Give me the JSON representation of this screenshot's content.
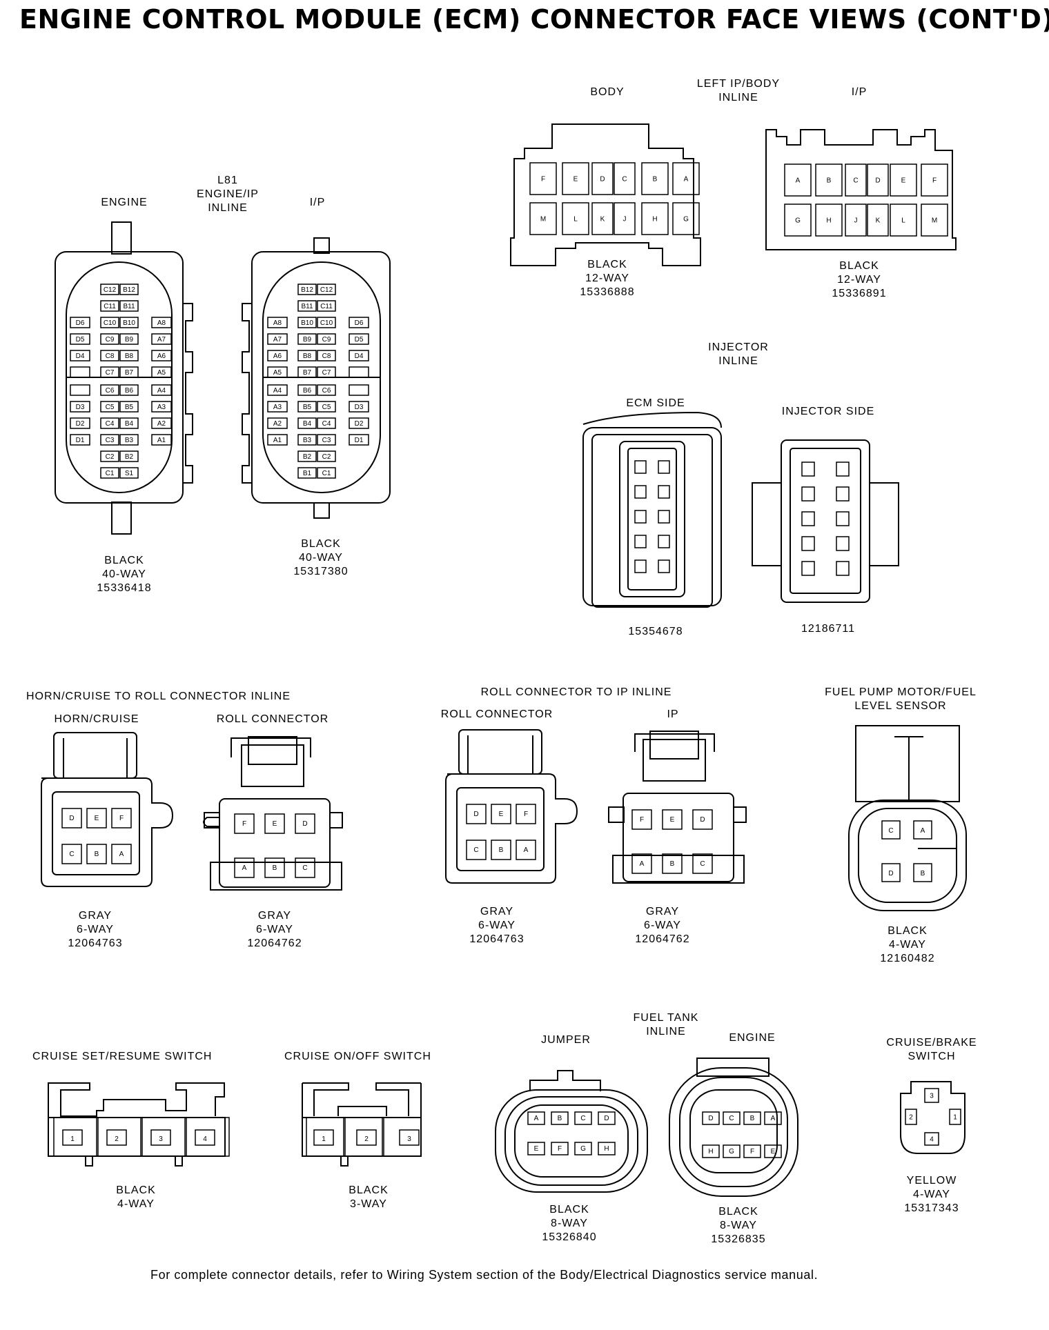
{
  "title": "ENGINE CONTROL MODULE (ECM) CONNECTOR FACE VIEWS (CONT'D)",
  "footer": "For complete connector details, refer to Wiring System section of the Body/Electrical Diagnostics service manual.",
  "l81": {
    "header": [
      "L81",
      "ENGINE/IP",
      "INLINE"
    ],
    "engine": {
      "label": "ENGINE",
      "spec": [
        "BLACK",
        "40-WAY",
        "15336418"
      ],
      "pins_left": [
        "",
        "",
        "D6",
        "D5",
        "D4",
        "",
        "",
        "D3",
        "D2",
        "D1",
        "",
        ""
      ],
      "pins_mid": [
        [
          "C12",
          "B12"
        ],
        [
          "C11",
          "B11"
        ],
        [
          "C10",
          "B10"
        ],
        [
          "C9",
          "B9"
        ],
        [
          "C8",
          "B8"
        ],
        [
          "C7",
          "B7"
        ],
        [
          "C6",
          "B6"
        ],
        [
          "C5",
          "B5"
        ],
        [
          "C4",
          "B4"
        ],
        [
          "C3",
          "B3"
        ],
        [
          "C2",
          "B2"
        ],
        [
          "C1",
          "S1"
        ]
      ],
      "pins_right": [
        "",
        "",
        "A8",
        "A7",
        "A6",
        "A5",
        "A4",
        "A3",
        "A2",
        "A1",
        "",
        ""
      ]
    },
    "ip": {
      "label": "I/P",
      "spec": [
        "BLACK",
        "40-WAY",
        "15317380"
      ],
      "pins_left": [
        "",
        "",
        "A8",
        "A7",
        "A6",
        "A5",
        "A4",
        "A3",
        "A2",
        "A1",
        "",
        ""
      ],
      "pins_mid": [
        [
          "B12",
          "C12"
        ],
        [
          "B11",
          "C11"
        ],
        [
          "B10",
          "C10"
        ],
        [
          "B9",
          "C9"
        ],
        [
          "B8",
          "C8"
        ],
        [
          "B7",
          "C7"
        ],
        [
          "B6",
          "C6"
        ],
        [
          "B5",
          "C5"
        ],
        [
          "B4",
          "C4"
        ],
        [
          "B3",
          "C3"
        ],
        [
          "B2",
          "C2"
        ],
        [
          "B1",
          "C1"
        ]
      ],
      "pins_right": [
        "",
        "",
        "D6",
        "D5",
        "D4",
        "",
        "",
        "D3",
        "D2",
        "D1",
        "",
        ""
      ]
    }
  },
  "left_ip_body": {
    "header": [
      "LEFT IP/BODY",
      "INLINE"
    ],
    "body": {
      "label": "BODY",
      "spec": [
        "BLACK",
        "12-WAY",
        "15336888"
      ],
      "top": [
        "F",
        "E",
        "D",
        "C",
        "B",
        "A"
      ],
      "bottom": [
        "M",
        "L",
        "K",
        "J",
        "H",
        "G"
      ]
    },
    "ip": {
      "label": "I/P",
      "spec": [
        "BLACK",
        "12-WAY",
        "15336891"
      ],
      "top": [
        "A",
        "B",
        "C",
        "D",
        "E",
        "F"
      ],
      "bottom": [
        "G",
        "H",
        "J",
        "K",
        "L",
        "M"
      ]
    }
  },
  "injector": {
    "header": [
      "INJECTOR",
      "INLINE"
    ],
    "ecm_side": {
      "label": "ECM SIDE",
      "part": "15354678"
    },
    "injector_side": {
      "label": "INJECTOR SIDE",
      "part": "12186711"
    }
  },
  "horn_cruise": {
    "header": "HORN/CRUISE TO ROLL CONNECTOR INLINE",
    "horn": {
      "label": "HORN/CRUISE",
      "spec": [
        "GRAY",
        "6-WAY",
        "12064763"
      ],
      "top": [
        "D",
        "E",
        "F"
      ],
      "bottom": [
        "C",
        "B",
        "A"
      ]
    },
    "roll": {
      "label": "ROLL CONNECTOR",
      "spec": [
        "GRAY",
        "6-WAY",
        "12064762"
      ],
      "top": [
        "F",
        "E",
        "D"
      ],
      "bottom": [
        "A",
        "B",
        "C"
      ]
    }
  },
  "roll_ip": {
    "header": "ROLL CONNECTOR TO IP INLINE",
    "roll": {
      "label": "ROLL CONNECTOR",
      "spec": [
        "GRAY",
        "6-WAY",
        "12064763"
      ],
      "top": [
        "D",
        "E",
        "F"
      ],
      "bottom": [
        "C",
        "B",
        "A"
      ]
    },
    "ip": {
      "label": "IP",
      "spec": [
        "GRAY",
        "6-WAY",
        "12064762"
      ],
      "top": [
        "F",
        "E",
        "D"
      ],
      "bottom": [
        "A",
        "B",
        "C"
      ]
    }
  },
  "fuel_pump": {
    "header": [
      "FUEL PUMP MOTOR/FUEL",
      "LEVEL SENSOR"
    ],
    "spec": [
      "BLACK",
      "4-WAY",
      "12160482"
    ],
    "top": [
      "C",
      "A"
    ],
    "bottom": [
      "D",
      "B"
    ]
  },
  "cruise_set": {
    "label": "CRUISE SET/RESUME SWITCH",
    "spec": [
      "BLACK",
      "4-WAY"
    ],
    "pins": [
      "1",
      "2",
      "3",
      "4"
    ]
  },
  "cruise_onoff": {
    "label": "CRUISE ON/OFF SWITCH",
    "spec": [
      "BLACK",
      "3-WAY"
    ],
    "pins": [
      "1",
      "2",
      "3"
    ]
  },
  "fuel_tank": {
    "header": [
      "FUEL TANK",
      "INLINE"
    ],
    "jumper": {
      "label": "JUMPER",
      "spec": [
        "BLACK",
        "8-WAY",
        "15326840"
      ],
      "top": [
        "A",
        "B",
        "C",
        "D"
      ],
      "bottom": [
        "E",
        "F",
        "G",
        "H"
      ]
    },
    "engine": {
      "label": "ENGINE",
      "spec": [
        "BLACK",
        "8-WAY",
        "15326835"
      ],
      "top": [
        "D",
        "C",
        "B",
        "A"
      ],
      "bottom": [
        "H",
        "G",
        "F",
        "E"
      ]
    }
  },
  "cruise_brake": {
    "header": [
      "CRUISE/BRAKE",
      "SWITCH"
    ],
    "spec": [
      "YELLOW",
      "4-WAY",
      "15317343"
    ],
    "pins": [
      "3",
      "2",
      "1",
      "4"
    ]
  }
}
